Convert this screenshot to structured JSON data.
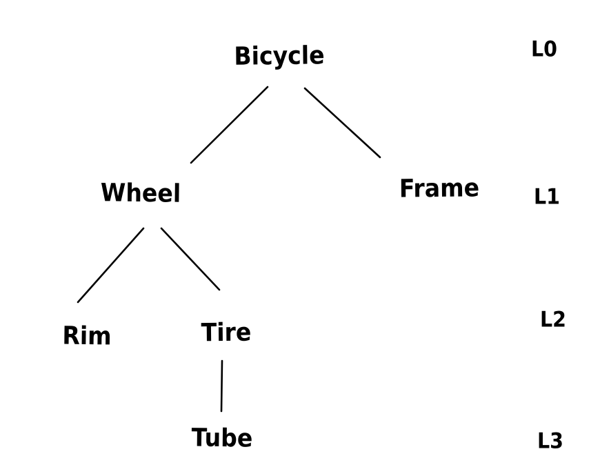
{
  "page": {
    "background_color": "#ffffff",
    "ink_color": "#000000"
  },
  "diagram": {
    "type": "tree",
    "nodes": [
      {
        "id": "bicycle",
        "label": "Bicycle",
        "level": "L0"
      },
      {
        "id": "wheel",
        "label": "Wheel",
        "level": "L1"
      },
      {
        "id": "frame",
        "label": "Frame",
        "level": "L1"
      },
      {
        "id": "rim",
        "label": "Rim",
        "level": "L2"
      },
      {
        "id": "tire",
        "label": "Tire",
        "level": "L2"
      },
      {
        "id": "tube",
        "label": "Tube",
        "level": "L3"
      }
    ],
    "edges": [
      {
        "from": "Bicycle",
        "to": "Wheel"
      },
      {
        "from": "Bicycle",
        "to": "Frame"
      },
      {
        "from": "Wheel",
        "to": "Rim"
      },
      {
        "from": "Wheel",
        "to": "Tire"
      },
      {
        "from": "Tire",
        "to": "Tube"
      }
    ],
    "level_labels": [
      {
        "label": "L0"
      },
      {
        "label": "L1"
      },
      {
        "label": "L2"
      },
      {
        "label": "L3"
      }
    ]
  }
}
